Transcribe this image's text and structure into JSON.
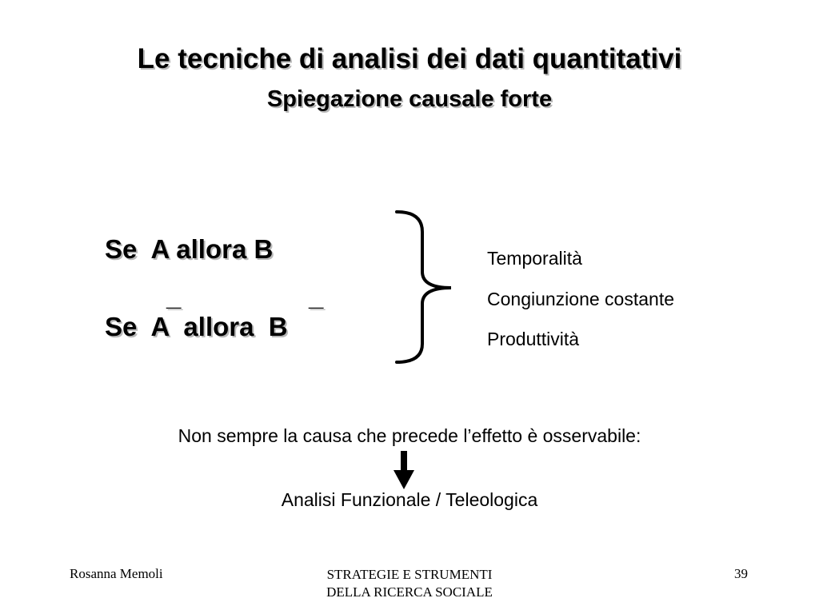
{
  "slide": {
    "title": "Le tecniche di analisi dei dati quantitativi",
    "subtitle": "Spiegazione causale forte",
    "formula_1": "Se  A allora B",
    "formula_2": "Se  A  allora  B",
    "bar_mark": "_",
    "criteria": [
      "Temporalità",
      "Congiunzione costante",
      "Produttività"
    ],
    "note": "Non sempre la causa che precede l’effetto è osservabile:",
    "result": "Analisi Funzionale / Teleologica"
  },
  "footer": {
    "author": "Rosanna Memoli",
    "course_line1": "STRATEGIE E STRUMENTI",
    "course_line2": "DELLA RICERCA SOCIALE",
    "page_number": "39"
  },
  "icons": {
    "brace": "right-curly-brace-icon",
    "arrow": "down-arrow-icon"
  },
  "colors": {
    "text": "#000000",
    "shadow": "#b8b8b8",
    "background": "#ffffff"
  }
}
